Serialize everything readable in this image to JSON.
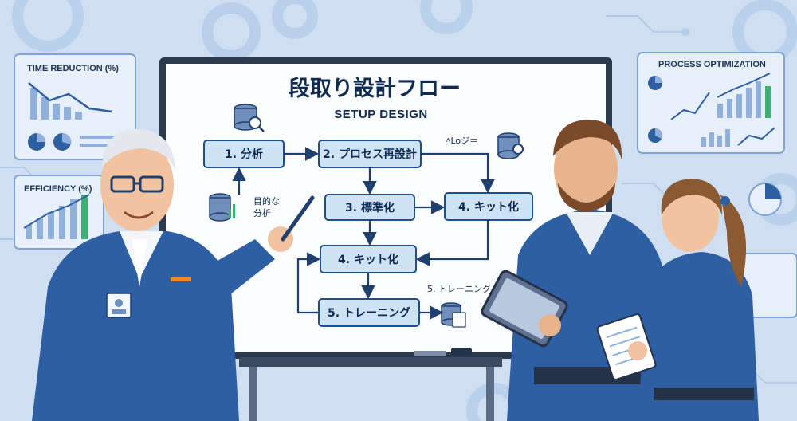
{
  "panels": {
    "time_reduction": {
      "title": "TIME REDUCTION (%)"
    },
    "efficiency": {
      "title": "EFFICIENCY (%)"
    },
    "process_optimization": {
      "title": "PROCESS OPTIMIZATION"
    }
  },
  "whiteboard": {
    "title": "段取り設計フロー",
    "subtitle": "SETUP DESIGN",
    "steps": [
      {
        "label": "1. 分析"
      },
      {
        "label": "2. プロセス再設計"
      },
      {
        "label": "3. 標準化"
      },
      {
        "label": "4. キット化"
      },
      {
        "label": "4. キット化"
      },
      {
        "label": "5. トレーニング"
      }
    ],
    "notes": {
      "purpose_line1": "目的な",
      "purpose_line2": "分析",
      "logic": "ﾍLoジ＝",
      "training_note": "5. トレーニング"
    }
  },
  "colors": {
    "background": "#cfdff1",
    "panel": "#e7f0fa",
    "box_fill": "#cfe3f7",
    "box_stroke": "#1f4e8c",
    "uniform": "#2f5fa3",
    "accent_green": "#3bb273"
  }
}
